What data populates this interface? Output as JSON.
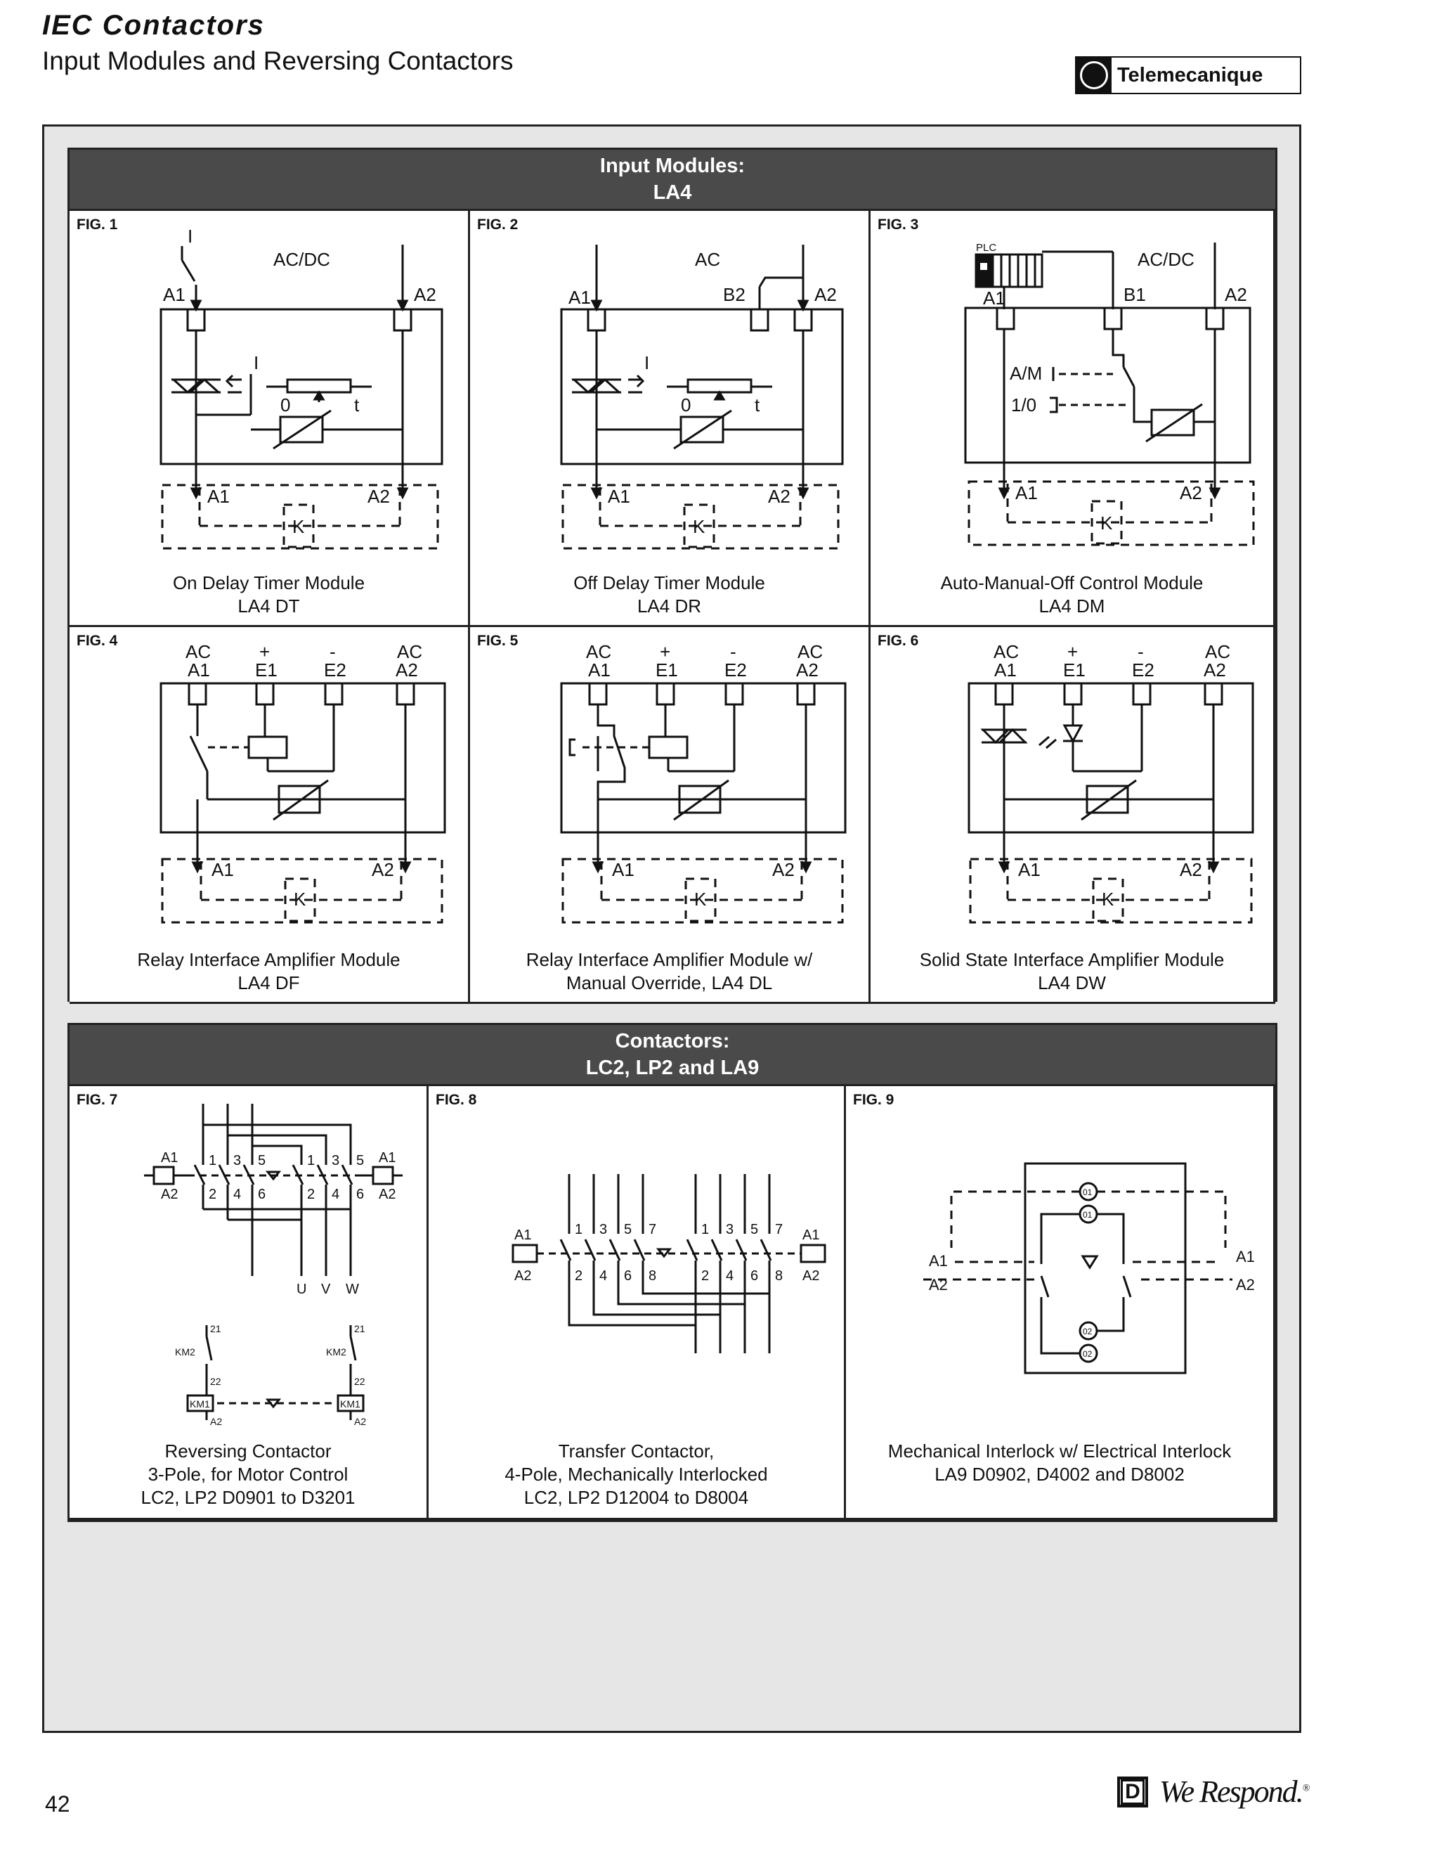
{
  "header": {
    "title": "IEC Contactors",
    "subtitle": "Input Modules and Reversing Contactors",
    "brand": "Telemecanique"
  },
  "section1": {
    "title_line1": "Input Modules:",
    "title_line2": "LA4",
    "figs": [
      {
        "label": "FIG. 1",
        "cap1": "On Delay Timer Module",
        "cap2": "LA4 DT",
        "supply": "AC/DC"
      },
      {
        "label": "FIG. 2",
        "cap1": "Off Delay Timer Module",
        "cap2": "LA4 DR",
        "supply": "AC"
      },
      {
        "label": "FIG. 3",
        "cap1": "Auto-Manual-Off Control Module",
        "cap2": "LA4 DM",
        "supply": "AC/DC"
      },
      {
        "label": "FIG. 4",
        "cap1": "Relay Interface Amplifier Module",
        "cap2": "LA4 DF"
      },
      {
        "label": "FIG. 5",
        "cap1": "Relay Interface Amplifier Module w/",
        "cap2": "Manual Override, LA4 DL"
      },
      {
        "label": "FIG. 6",
        "cap1": "Solid State Interface Amplifier Module",
        "cap2": "LA4 DW"
      }
    ]
  },
  "section2": {
    "title_line1": "Contactors:",
    "title_line2": "LC2, LP2 and LA9",
    "figs": [
      {
        "label": "FIG. 7",
        "cap1": "Reversing Contactor",
        "cap2": "3-Pole, for Motor Control",
        "cap3": "LC2, LP2 D0901 to D3201"
      },
      {
        "label": "FIG. 8",
        "cap1": "Transfer Contactor,",
        "cap2": "4-Pole, Mechanically Interlocked",
        "cap3": "LC2, LP2 D12004 to D8004"
      },
      {
        "label": "FIG. 9",
        "cap1": "Mechanical Interlock w/ Electrical Interlock",
        "cap2": "LA9 D0902, D4002 and D8002"
      }
    ]
  },
  "labels": {
    "A1": "A1",
    "A2": "A2",
    "B1": "B1",
    "B2": "B2",
    "K": "K",
    "E1": "E1",
    "E2": "E2",
    "AC": "AC",
    "plus": "+",
    "minus": "-",
    "I": "I",
    "zero": "0",
    "t": "t",
    "PLC": "PLC",
    "AM": "A/M",
    "OneZero": "1/0",
    "U": "U",
    "V": "V",
    "W": "W",
    "KM1": "KM1",
    "KM2": "KM2",
    "n21": "21",
    "n22": "22",
    "O1": "01",
    "O2": "02",
    "n1": "1",
    "n2": "2",
    "n3": "3",
    "n4": "4",
    "n5": "5",
    "n6": "6",
    "n7": "7",
    "n8": "8"
  },
  "footer": {
    "page": "42",
    "slogan": "We Respond.",
    "reg": "®",
    "d_mark": "D"
  }
}
